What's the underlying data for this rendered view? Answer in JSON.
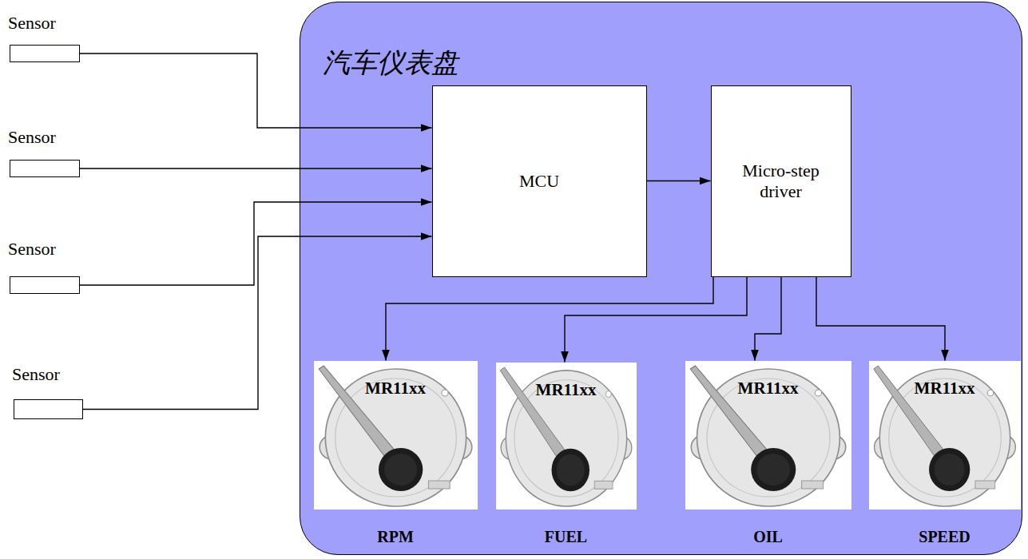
{
  "diagram": {
    "nodes": [
      {
        "text": [
          "Sensor"
        ]
      },
      {
        "text": [
          "Sensor"
        ]
      },
      {
        "text": [
          "Sensor"
        ]
      },
      {
        "text": [
          "Sensor"
        ]
      },
      {
        "text": [
          "汽车仪表盘"
        ]
      },
      {
        "text": [
          "MCU"
        ],
        "in": 4
      },
      {
        "text": [
          "Micro-step driver"
        ],
        "in": 4
      },
      {
        "text": [
          "MR11xx",
          "RPM"
        ],
        "in": 4
      },
      {
        "text": [
          "MR11xx",
          "FUEL"
        ],
        "in": 4
      },
      {
        "text": [
          "MR11xx",
          "OIL"
        ],
        "in": 4
      },
      {
        "text": [
          "MR11xx",
          "SPEED"
        ],
        "in": 4
      }
    ],
    "edges": [
      {
        "from": 0,
        "to": 5,
        "arrow": "to"
      },
      {
        "from": 1,
        "to": 5,
        "arrow": "to"
      },
      {
        "from": 2,
        "to": 5,
        "arrow": "to"
      },
      {
        "from": 3,
        "to": 5,
        "arrow": "to"
      },
      {
        "from": 5,
        "to": 6,
        "arrow": "to"
      },
      {
        "from": 6,
        "to": 7,
        "arrow": "to"
      },
      {
        "from": 6,
        "to": 8,
        "arrow": "to"
      },
      {
        "from": 6,
        "to": 9,
        "arrow": "to"
      },
      {
        "from": 6,
        "to": 10,
        "arrow": "to"
      }
    ]
  }
}
